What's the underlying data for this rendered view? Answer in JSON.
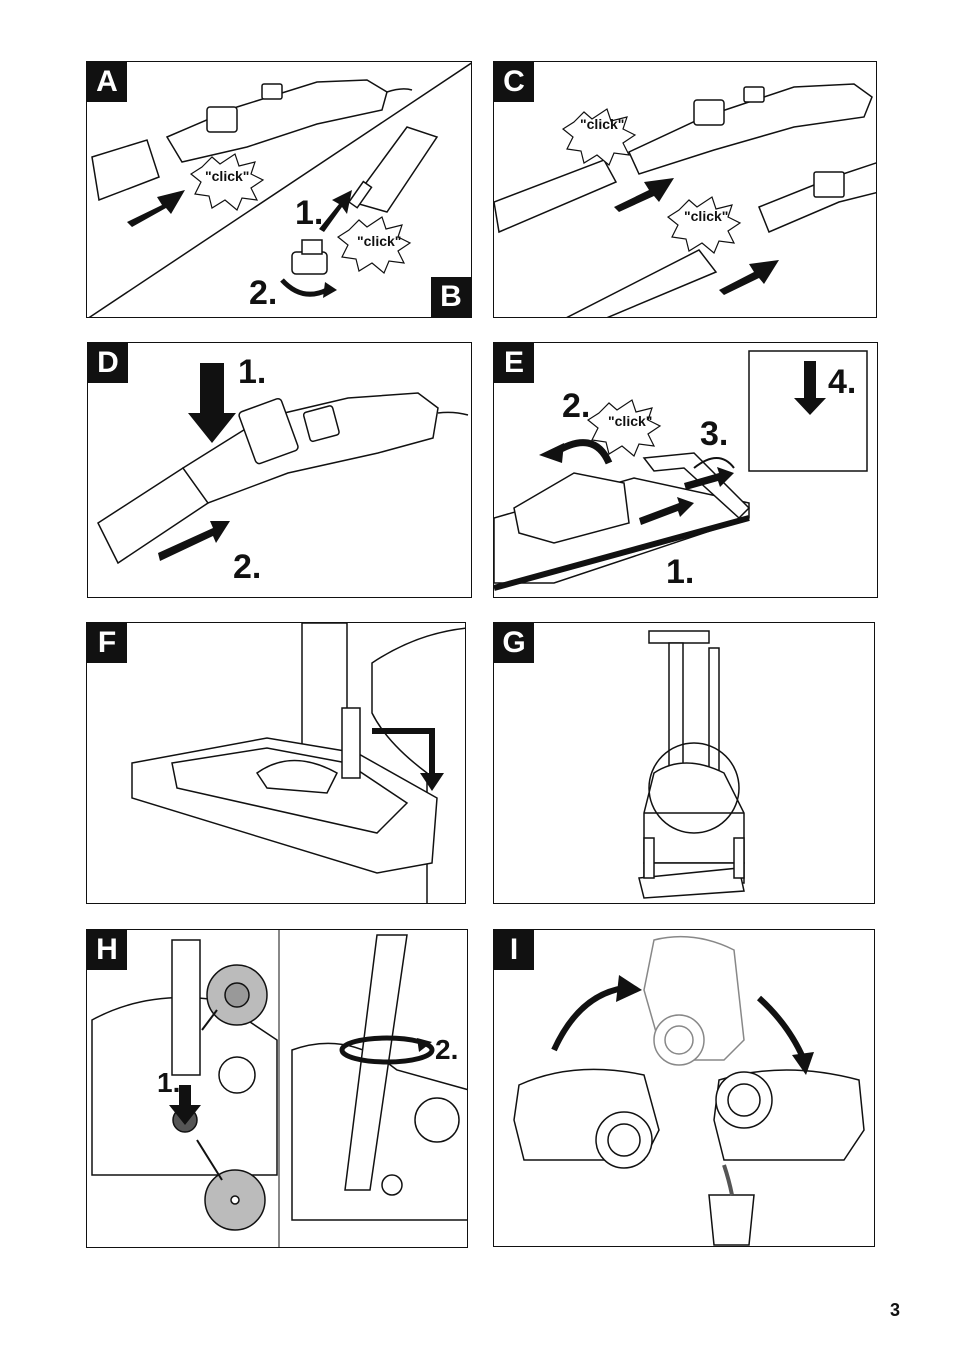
{
  "panels": {
    "A": {
      "letter": "A",
      "click": "\"click\""
    },
    "B": {
      "letter": "B",
      "click": "\"click\"",
      "step1": "1.",
      "step2": "2."
    },
    "C": {
      "letter": "C",
      "click1": "\"click\"",
      "click2": "\"click\""
    },
    "D": {
      "letter": "D",
      "step1": "1.",
      "step2": "2."
    },
    "E": {
      "letter": "E",
      "click": "\"click\"",
      "step1": "1.",
      "step2": "2.",
      "step3": "3.",
      "step4": "4."
    },
    "F": {
      "letter": "F"
    },
    "G": {
      "letter": "G"
    },
    "H": {
      "letter": "H",
      "step1": "1.",
      "step2": "2."
    },
    "I": {
      "letter": "I"
    }
  },
  "page_number": "3"
}
